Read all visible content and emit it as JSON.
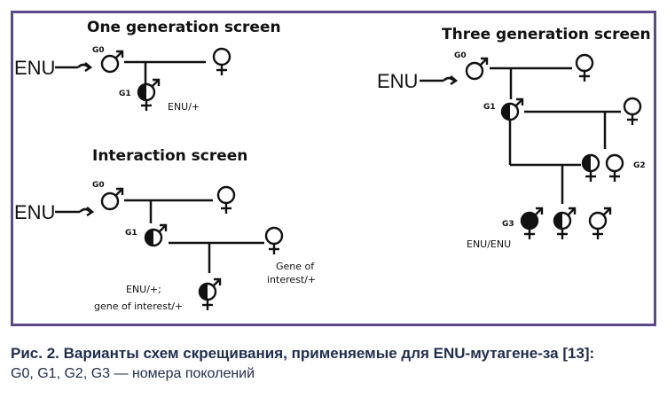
{
  "panels": {
    "one_generation": {
      "title": "One  generation screen",
      "enu": "ENU",
      "g0": "G0",
      "g1": "G1",
      "g1_note": "ENU/+"
    },
    "interaction": {
      "title": "Interaction screen",
      "enu": "ENU",
      "g0": "G0",
      "g1": "G1",
      "female_note_line1": "Gene of",
      "female_note_line2": "interest/+",
      "offspring_note_line1": "ENU/+;",
      "offspring_note_line2": "gene of interest/+"
    },
    "three_generation": {
      "title": "Three  generation screen",
      "enu": "ENU",
      "g0": "G0",
      "g1": "G1",
      "g2": "G2",
      "g3": "G3",
      "g3_note": "ENU/ENU"
    }
  },
  "caption": {
    "main": "Рис. 2. Варианты схем скрещивания, применяемые для ENU-мутагене-за [13]:",
    "sub": "G0, G1, G2, G3 — номера поколений"
  }
}
